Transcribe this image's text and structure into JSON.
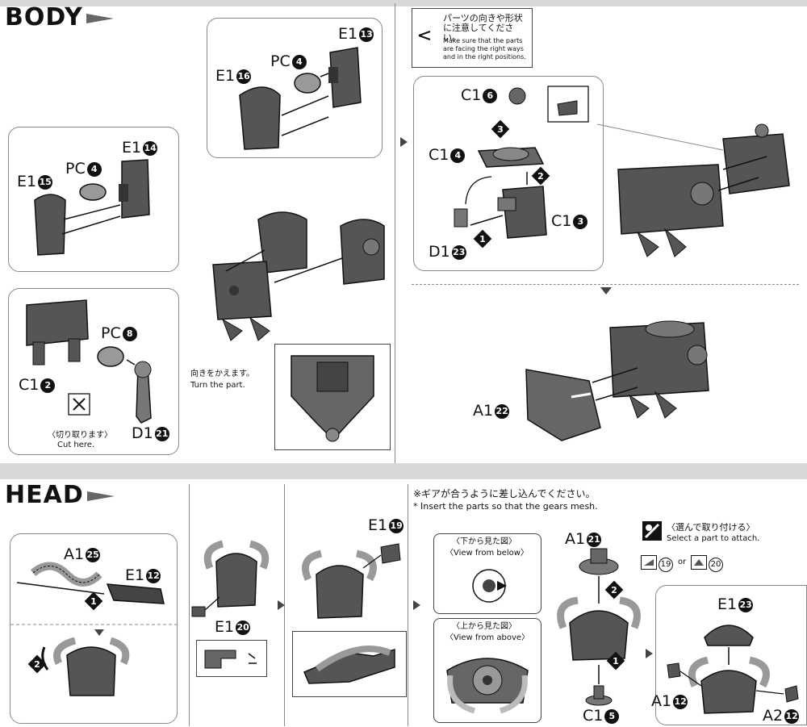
{
  "body_section": {
    "title": "BODY",
    "caution_jp": "パーツの向きや形状に注意してください。",
    "caution_en_1": "Make sure that the parts",
    "caution_en_2": "are facing the right ways",
    "caution_en_3": "and in the right positions.",
    "turn_jp": "向きをかえます。",
    "turn_en": "Turn the part.",
    "cut_jp": "〈切り取ります〉",
    "cut_en": "Cut here.",
    "labels": {
      "e1_13": "E1",
      "e1_13_n": "13",
      "e1_16": "E1",
      "e1_16_n": "16",
      "pc4_top": "PC",
      "pc4_top_n": "4",
      "e1_14": "E1",
      "e1_14_n": "14",
      "e1_15": "E1",
      "e1_15_n": "15",
      "pc4_mid": "PC",
      "pc4_mid_n": "4",
      "pc8": "PC",
      "pc8_n": "8",
      "c1_2": "C1",
      "c1_2_n": "2",
      "d1_21": "D1",
      "d1_21_n": "21",
      "c1_6": "C1",
      "c1_6_n": "6",
      "c1_4": "C1",
      "c1_4_n": "4",
      "c1_3": "C1",
      "c1_3_n": "3",
      "d1_23": "D1",
      "d1_23_n": "23",
      "a1_22": "A1",
      "a1_22_n": "22"
    },
    "steps": [
      "1",
      "2",
      "3"
    ]
  },
  "head_section": {
    "title": "HEAD",
    "gear_note_jp": "※ギアが合うように差し込んでください。",
    "gear_note_en": "* Insert the parts so that the gears mesh.",
    "view_below_jp": "〈下から見た図〉",
    "view_below_en": "〈View from below〉",
    "view_above_jp": "〈上から見た図〉",
    "view_above_en": "〈View from above〉",
    "select_jp": "〈選んで取り付ける〉",
    "select_en": "Select a part to attach.",
    "or_text": "or",
    "opt_a": "19",
    "opt_b": "20",
    "labels": {
      "a1_25": "A1",
      "a1_25_n": "25",
      "e1_12": "E1",
      "e1_12_n": "12",
      "e1_20": "E1",
      "e1_20_n": "20",
      "e1_19": "E1",
      "e1_19_n": "19",
      "a1_21": "A1",
      "a1_21_n": "21",
      "c1_5": "C1",
      "c1_5_n": "5",
      "e1_23": "E1",
      "e1_23_n": "23",
      "a1_12": "A1",
      "a1_12_n": "12",
      "a2_12": "A2",
      "a2_12_n": "12"
    },
    "steps": [
      "1",
      "2"
    ]
  }
}
